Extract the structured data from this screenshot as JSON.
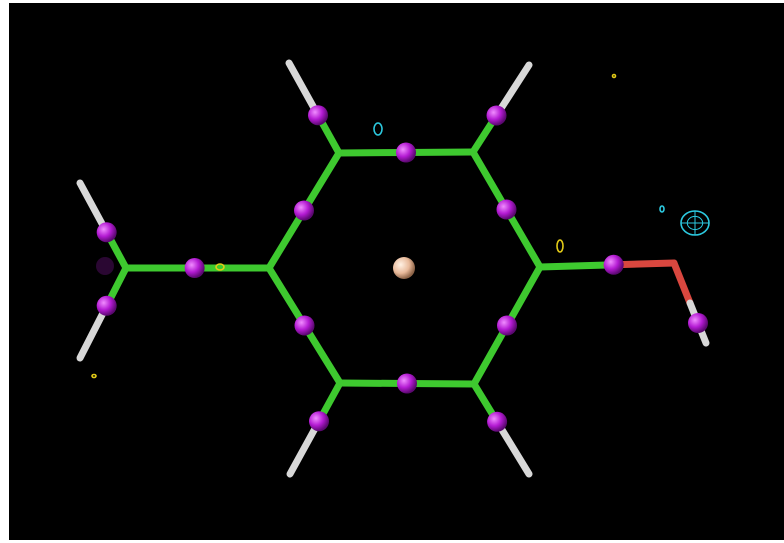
{
  "viewer": {
    "background": "#000000"
  },
  "colors": {
    "carbon_bond": "#3ec92f",
    "oxygen_bond": "#d9473f",
    "hydrogen_bond": "#d8d8d8",
    "bond_critical_point": "#b41bd3",
    "ring_critical_point": "#e8b99a",
    "isosurface_cyan": "#2cc9df",
    "isosurface_yellow": "#e3cb17"
  },
  "molecule": {
    "atoms": [
      {
        "id": "C1",
        "element": "C"
      },
      {
        "id": "C2",
        "element": "C"
      },
      {
        "id": "C3",
        "element": "C"
      },
      {
        "id": "C4",
        "element": "C"
      },
      {
        "id": "C5",
        "element": "C"
      },
      {
        "id": "C6",
        "element": "C"
      },
      {
        "id": "C7",
        "element": "C"
      },
      {
        "id": "O1",
        "element": "O"
      },
      {
        "id": "H1",
        "element": "H"
      },
      {
        "id": "H2",
        "element": "H"
      },
      {
        "id": "H3",
        "element": "H"
      },
      {
        "id": "H4",
        "element": "H"
      },
      {
        "id": "H5",
        "element": "H"
      },
      {
        "id": "H6",
        "element": "H"
      },
      {
        "id": "H7",
        "element": "H"
      }
    ],
    "bonds": [
      [
        "C1",
        "C2"
      ],
      [
        "C2",
        "C3"
      ],
      [
        "C3",
        "C4"
      ],
      [
        "C4",
        "C5"
      ],
      [
        "C5",
        "C6"
      ],
      [
        "C6",
        "C1"
      ],
      [
        "C1",
        "C7"
      ],
      [
        "C4",
        "O1"
      ],
      [
        "O1",
        "H7"
      ],
      [
        "C2",
        "H1"
      ],
      [
        "C3",
        "H2"
      ],
      [
        "C5",
        "H3"
      ],
      [
        "C6",
        "H4"
      ],
      [
        "C7",
        "H5"
      ],
      [
        "C7",
        "H6"
      ]
    ],
    "ring_critical_points": 1
  }
}
